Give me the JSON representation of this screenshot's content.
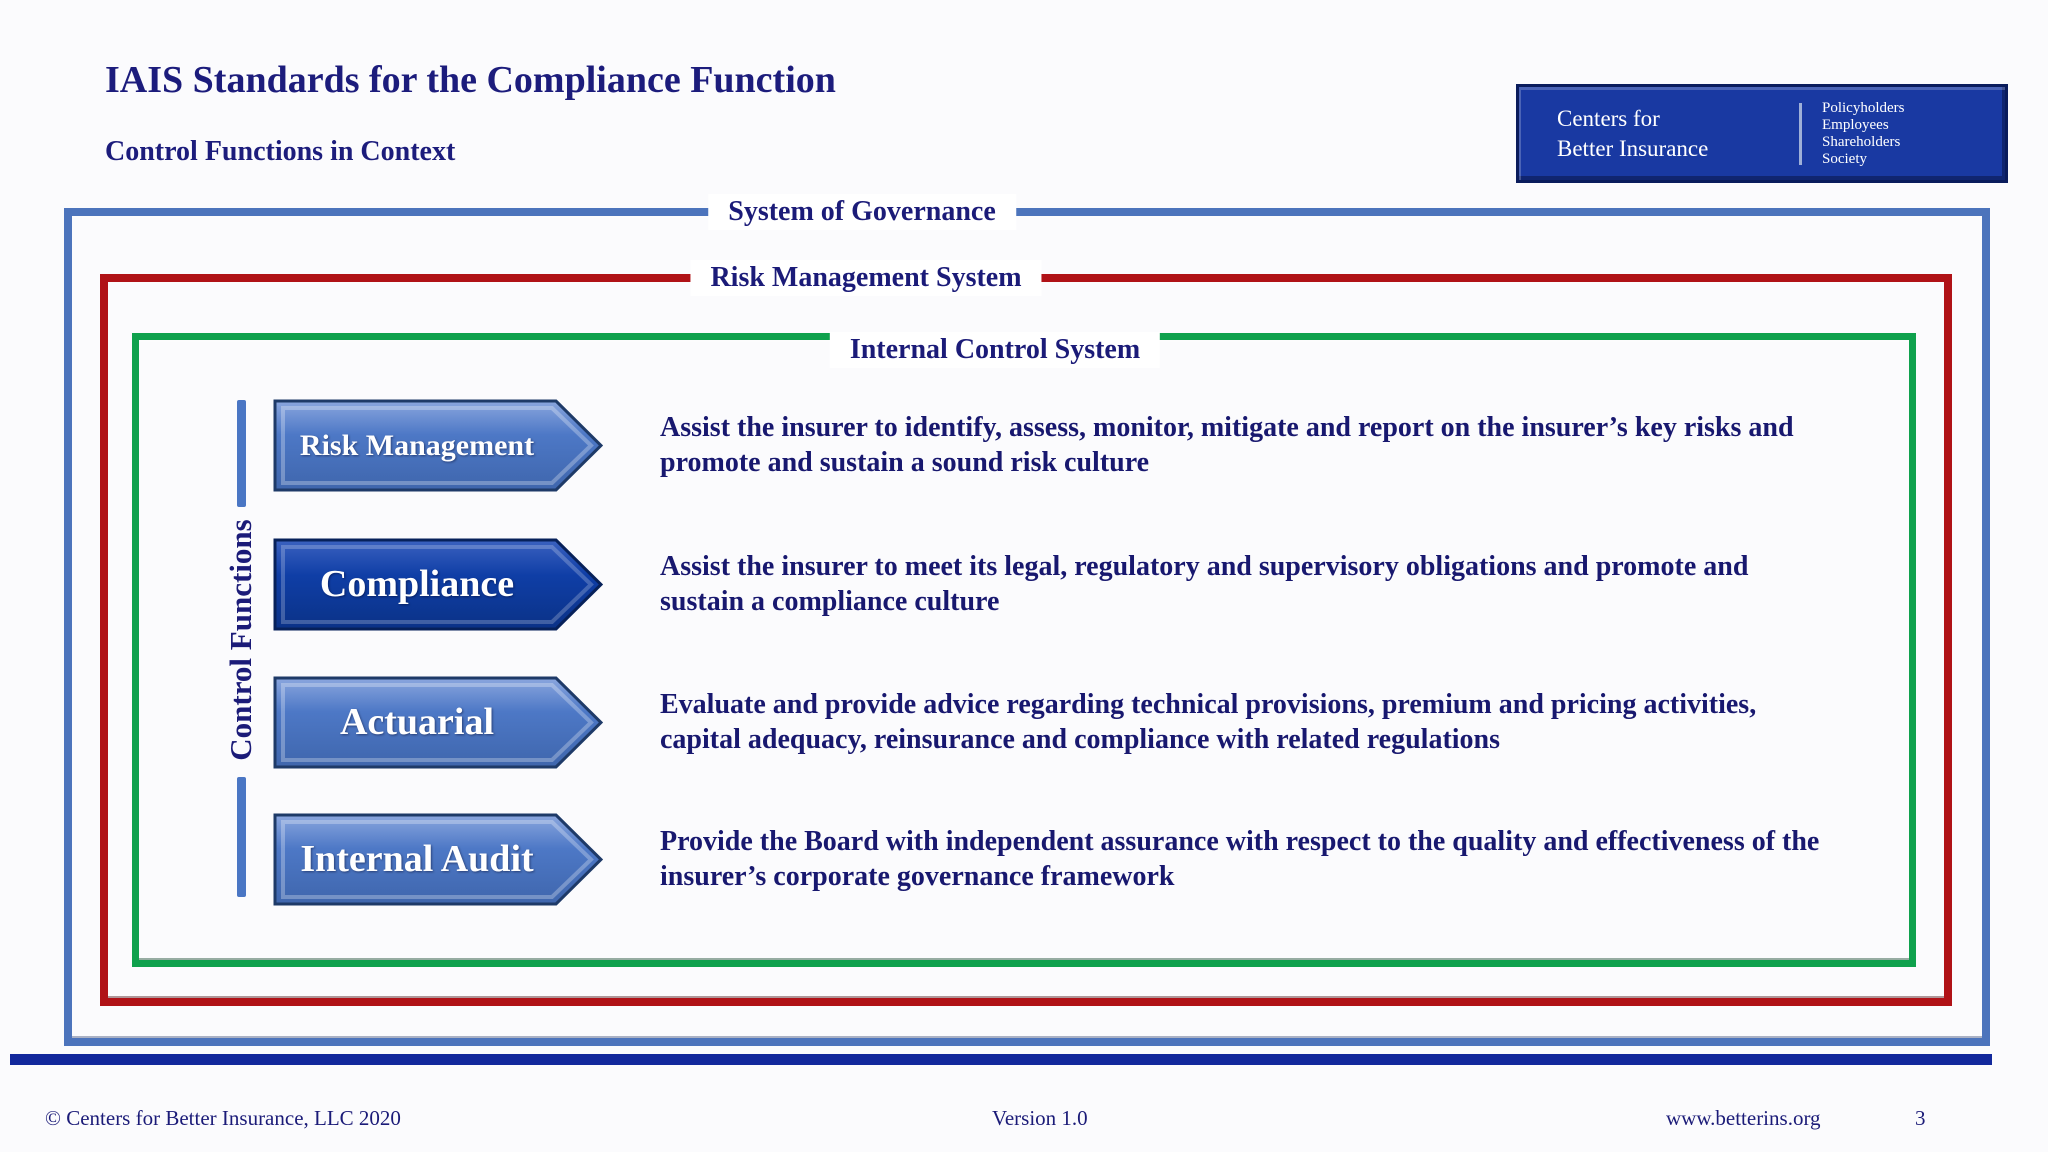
{
  "header": {
    "title": "IAIS Standards for the Compliance Function",
    "subtitle": "Control Functions in Context"
  },
  "logo": {
    "name_line1": "Centers for",
    "name_line2": "Better Insurance",
    "stakeholders": [
      "Policyholders",
      "Employees",
      "Shareholders",
      "Society"
    ]
  },
  "governance": {
    "outer_label": "System of Governance",
    "middle_label": "Risk Management System",
    "inner_label": "Internal Control System",
    "axis_label": "Control Functions",
    "functions": [
      {
        "name": "Risk Management",
        "highlight": false,
        "description": "Assist the insurer to identify, assess, monitor, mitigate and report on the insurer’s key risks and promote and sustain a sound risk culture"
      },
      {
        "name": "Compliance",
        "highlight": true,
        "description": "Assist the insurer to meet its legal, regulatory and supervisory obligations and promote and sustain a compliance culture"
      },
      {
        "name": "Actuarial",
        "highlight": false,
        "description": "Evaluate and provide advice regarding technical provisions, premium and pricing activities, capital adequacy, reinsurance and compliance with related regulations"
      },
      {
        "name": "Internal Audit",
        "highlight": false,
        "description": "Provide the Board with independent assurance with respect to the quality and effectiveness of the insurer’s corporate governance framework"
      }
    ]
  },
  "colors": {
    "navy_text": "#1b1b78",
    "outer_box_border": "#4c74bc",
    "middle_box_border": "#b01217",
    "inner_box_border": "#0fa14d",
    "arrow_fill": "#4d78c6",
    "arrow_highlight_fill": "#0f3ea6",
    "logo_background": "#1939a2",
    "footer_bar": "#12289c"
  },
  "footer": {
    "copyright": "© Centers for Better Insurance, LLC 2020",
    "version": "Version 1.0",
    "website": "www.betterins.org",
    "page_number": "3"
  }
}
